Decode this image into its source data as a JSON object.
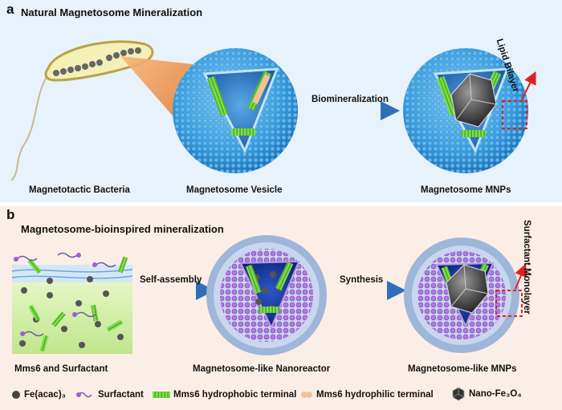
{
  "panel_a": {
    "letter": "a",
    "title": "Natural Magnetosome Mineralization",
    "captions": {
      "bacteria": "Magnetotactic Bacteria",
      "vesicle": "Magnetosome Vesicle",
      "mnps": "Magnetosome MNPs"
    },
    "arrow_label": "Biomineralization",
    "callout": "Lipid Bilayer"
  },
  "panel_b": {
    "letter": "b",
    "title": "Magnetosome-bioinspired mineralization",
    "captions": {
      "mix": "Mms6 and Surfactant",
      "nanoreactor": "Magnetosome-like Nanoreactor",
      "mnps": "Magnetosome-like MNPs"
    },
    "arrow1_label": "Self-assembly",
    "arrow2_label": "Synthesis",
    "callout": "Surfactant Monolayer"
  },
  "legend": {
    "fe": "Fe(acac)₃",
    "surfactant": "Surfactant",
    "hydrophobic": "Mms6 hydrophobic terminal",
    "hydrophilic": "Mms6 hydrophilic terminal",
    "nano": "Nano-Fe₃O₄"
  },
  "colors": {
    "panel_a_bg": "#e8f2fb",
    "panel_b_bg": "#fbeee6",
    "vesicle_blue": "#3b9ede",
    "green_terminal": "#7ee04a",
    "pink_terminal": "#f3c09a",
    "surfactant_purple": "#a25bd6",
    "arrow_blue": "#2f6fb6",
    "callout_red": "#e02020"
  }
}
